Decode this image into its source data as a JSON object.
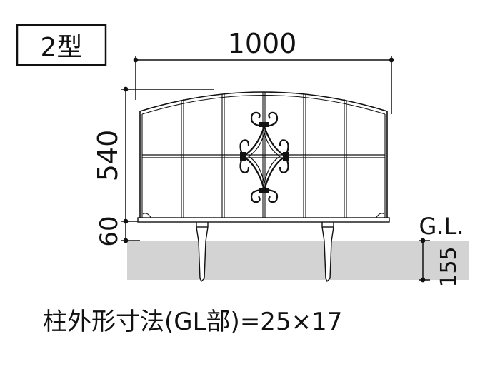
{
  "type_label": "2型",
  "dimensions": {
    "width": "1000",
    "height": "540",
    "base_gap": "60",
    "embed_depth": "155"
  },
  "ground_label": "G.L.",
  "caption": "柱外形寸法(GL部)=25×17",
  "colors": {
    "line": "#111111",
    "ground": "#d3d3d3",
    "post_fill": "#ffffff"
  }
}
